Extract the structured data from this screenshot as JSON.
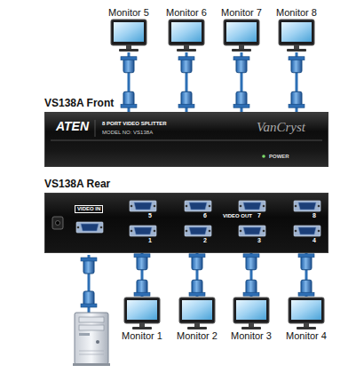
{
  "diagram": {
    "nodes": [
      {
        "text": [
          "Monitor 5"
        ]
      },
      {
        "text": [
          "Monitor 6"
        ]
      },
      {
        "text": [
          "Monitor 7"
        ]
      },
      {
        "text": [
          "Monitor 8"
        ]
      },
      {
        "text": [
          "VS138A Front",
          "ATEN",
          "8 PORT VIDEO SPLITTER",
          "MODEL NO: VS138A",
          "VanCryst",
          "POWER"
        ]
      },
      {
        "text": [
          "VS138A Rear",
          "VIDEO IN",
          "VIDEO OUT",
          "5",
          "6",
          "7",
          "8",
          "1",
          "2",
          "3",
          "4"
        ]
      },
      {
        "text": [
          "Monitor 1"
        ]
      },
      {
        "text": [
          "Monitor 2"
        ]
      },
      {
        "text": [
          "Monitor 3"
        ]
      },
      {
        "text": [
          "Monitor 4"
        ]
      }
    ],
    "edges": [
      {
        "from": 0,
        "to": 4,
        "arrow": "none"
      },
      {
        "from": 1,
        "to": 4,
        "arrow": "none"
      },
      {
        "from": 2,
        "to": 4,
        "arrow": "none"
      },
      {
        "from": 3,
        "to": 4,
        "arrow": "none"
      },
      {
        "from": 5,
        "to": 6,
        "arrow": "none"
      },
      {
        "from": 5,
        "to": 7,
        "arrow": "none"
      },
      {
        "from": 5,
        "to": 8,
        "arrow": "none"
      },
      {
        "from": 5,
        "to": 9,
        "arrow": "none"
      }
    ]
  }
}
